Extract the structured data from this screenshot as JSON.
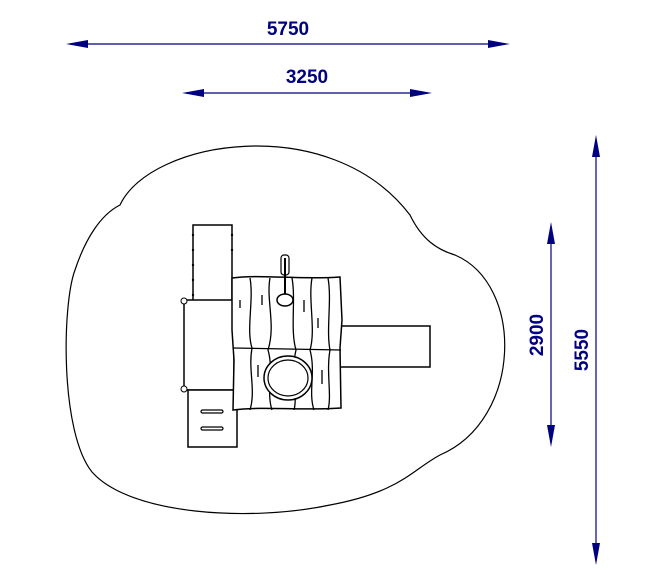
{
  "drawing": {
    "dimensions": {
      "overall_width": "5750",
      "structure_width": "3250",
      "structure_depth": "2900",
      "overall_depth": "5550"
    },
    "colors": {
      "dimension": "#000080",
      "outline": "#000000"
    }
  }
}
